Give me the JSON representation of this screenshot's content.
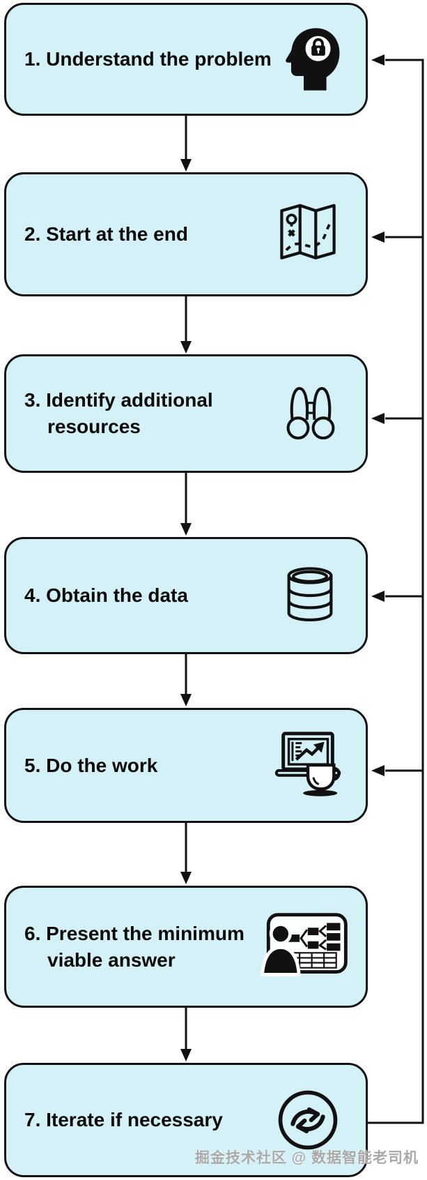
{
  "colors": {
    "box_fill": "#d3f1f7",
    "outline": "#111111",
    "watermark_text": "#a9a9a9",
    "background": "#ffffff"
  },
  "steps": [
    {
      "id": 1,
      "lines": [
        "1. Understand the problem"
      ],
      "icon": "head-lock-icon",
      "feedback_arrow_in": true
    },
    {
      "id": 2,
      "lines": [
        "2. Start at the end"
      ],
      "icon": "map-icon",
      "feedback_arrow_in": true
    },
    {
      "id": 3,
      "lines": [
        "3. Identify additional",
        "resources"
      ],
      "icon": "binoculars-icon",
      "feedback_arrow_in": true
    },
    {
      "id": 4,
      "lines": [
        "4. Obtain the data"
      ],
      "icon": "database-icon",
      "feedback_arrow_in": true
    },
    {
      "id": 5,
      "lines": [
        "5. Do the work"
      ],
      "icon": "laptop-chart-coffee-icon",
      "feedback_arrow_in": true
    },
    {
      "id": 6,
      "lines": [
        "6. Present the minimum",
        "viable answer"
      ],
      "icon": "person-presentation-icon",
      "feedback_arrow_in": false
    },
    {
      "id": 7,
      "lines": [
        "7. Iterate if necessary"
      ],
      "icon": "iterate-cycle-icon",
      "feedback_arrow_in": false,
      "feedback_loop_source": true
    }
  ],
  "watermark": "掘金技术社区 @ 数据智能老司机"
}
